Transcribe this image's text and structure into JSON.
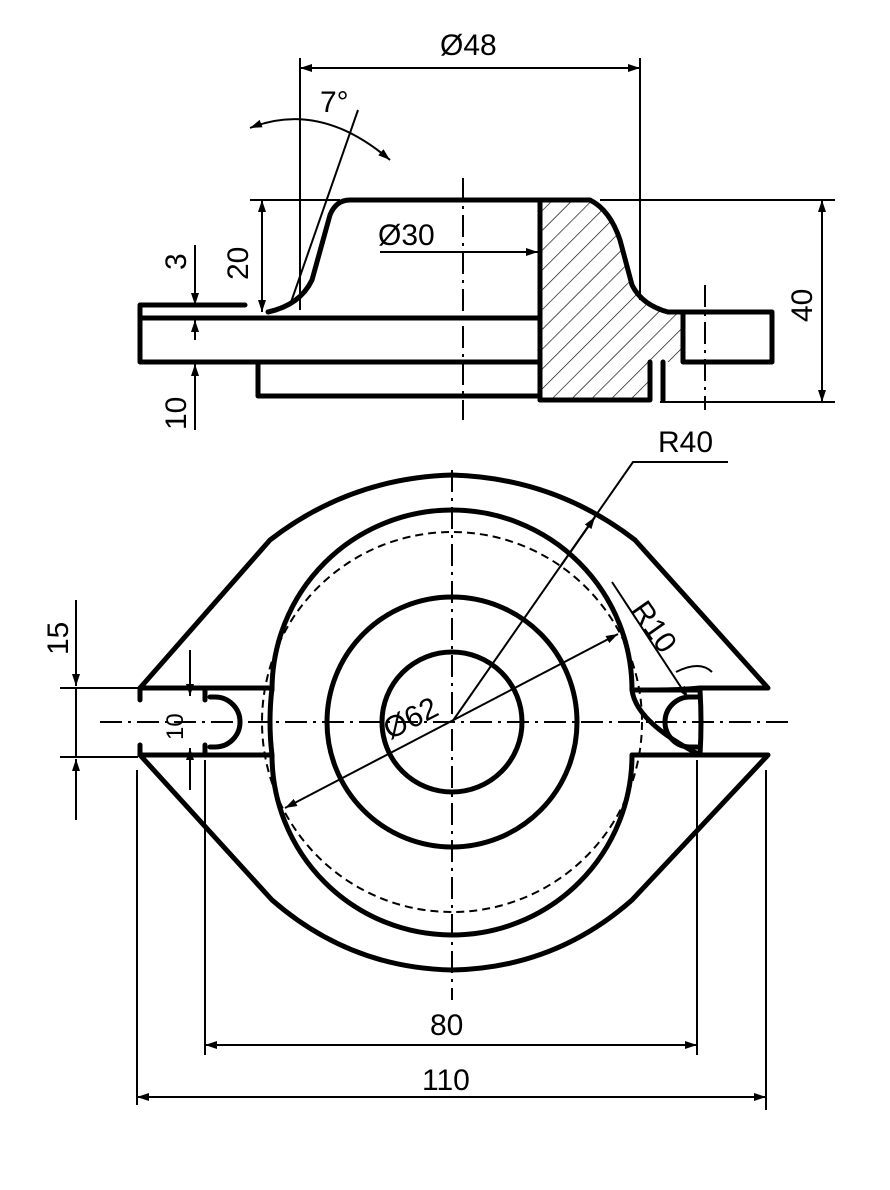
{
  "labels": {
    "dia_48": "Ø48",
    "angle_7": "7°",
    "dia_30": "Ø30",
    "dim_3": "3",
    "dim_20": "20",
    "dim_40": "40",
    "dim_10_side": "10",
    "radius_40": "R40",
    "radius_10": "R10",
    "dim_15": "15",
    "dim_10_slot": "10",
    "dia_62": "Ø62",
    "dim_80": "80",
    "dim_110": "110"
  }
}
